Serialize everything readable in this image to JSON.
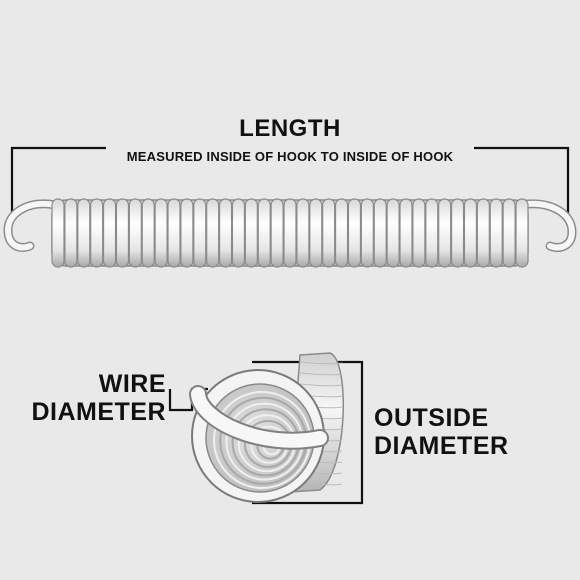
{
  "length": {
    "title": "LENGTH",
    "subtitle": "MEASURED INSIDE OF HOOK TO INSIDE OF HOOK"
  },
  "wire_diameter": {
    "line1": "WIRE",
    "line2": "DIAMETER"
  },
  "outside_diameter": {
    "line1": "OUTSIDE",
    "line2": "DIAMETER"
  },
  "colors": {
    "background": "#e9e9e9",
    "ink": "#111111",
    "spring": "#f4f4f4",
    "spring_shadow": "#9a9a9a"
  }
}
